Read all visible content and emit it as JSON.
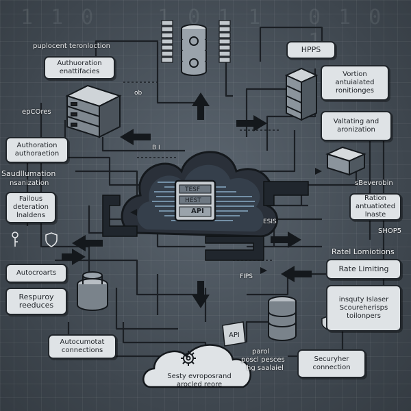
{
  "binary_bg": [
    "1 1 0",
    "1 0 1 1",
    "0 1 0 1"
  ],
  "labels": {
    "top_left": "puplocent teronloction",
    "ep_cores": "epCOres",
    "saud": "Saudllumation",
    "nsanization": "nsanization",
    "hpps": "HPPS",
    "severobin": "sBeverobin",
    "shop5": "SHOP5",
    "rate_lomiotions": "Ratel Lomiotions",
    "parol": "parol",
    "post_pesces": "poscl pesces",
    "hg_saalaiel": "hg saalaiel",
    "api_small": "API",
    "api_sign": "API",
    "cloud_text_1": "Sesty evroposrand",
    "cloud_text_2": "arocled reore",
    "sign_line_1": "TESF",
    "sign_line_2": "HEST",
    "tiny_1": "ob",
    "tiny_2": "B I",
    "tiny_3": "ESIS",
    "tiny_4": "FIPS"
  },
  "boxes": {
    "authoration_entitfacies": "Authuoration enattifacies",
    "authoration": "Authoration authoraetion",
    "failous": "Failous deteration lnaldens",
    "autocroarts": "Autocroarts",
    "respuroy": "Respuroy reeduces",
    "autocumotat": "Autocumotat connections",
    "hpps": "HPPS",
    "vortion": "Vortion antuialated ronitionges",
    "valtating": "Valtating and aronization",
    "ration": "Ration antuatioted lnaste",
    "rate_limiting": "Rate Limiting",
    "insquty": "insquty Islaser Scoureherisps toilonpers",
    "securyher": "Securyher connection"
  },
  "icons": [
    "server-rack-icon",
    "database-stack-icon",
    "cloud-icon",
    "gear-icon",
    "shield-icon",
    "key-icon",
    "router-icon"
  ]
}
